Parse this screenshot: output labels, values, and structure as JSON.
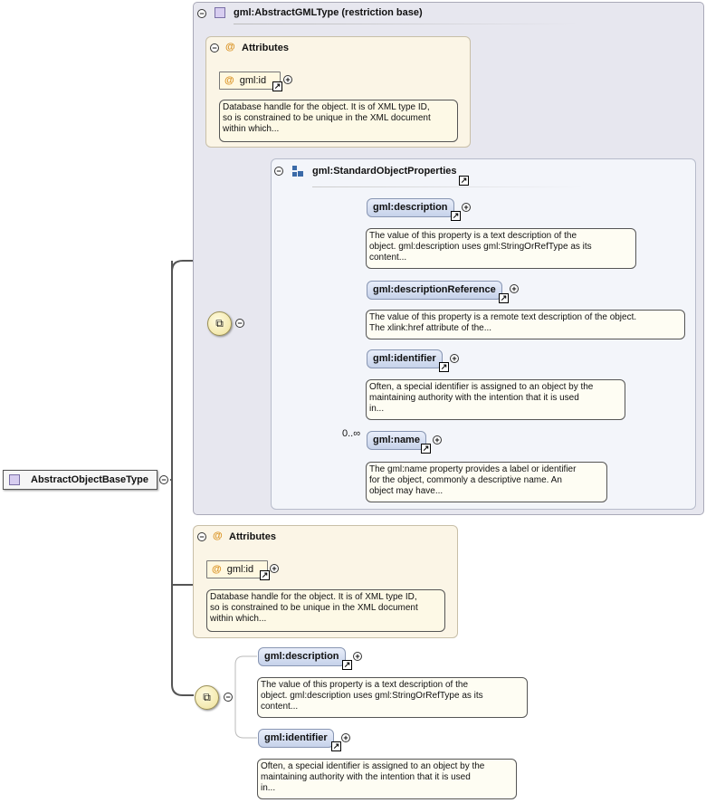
{
  "root": {
    "label": "AbstractObjectBaseType"
  },
  "restriction": {
    "title": "gml:AbstractGMLType (restriction base)"
  },
  "attributes_title": "Attributes",
  "attr_id": {
    "name": "gml:id",
    "doc": "Database handle for the object. It is of XML type ID,\nso is constrained to be unique in the XML document\nwithin which..."
  },
  "group": {
    "title": "gml:StandardObjectProperties"
  },
  "group_elements": [
    {
      "name": "gml:description",
      "doc": "The value of this property is a text description of the\nobject. gml:description uses gml:StringOrRefType as its\ncontent..."
    },
    {
      "name": "gml:descriptionReference",
      "doc": "The value of this property is a remote text description of the object.\nThe xlink:href attribute of the..."
    },
    {
      "name": "gml:identifier",
      "doc": "Often, a special identifier is assigned to an object by the\nmaintaining authority with the intention that it is used\nin..."
    },
    {
      "name": "gml:name",
      "cardinality": "0..∞",
      "doc": "The gml:name property provides a label or identifier\nfor the object, commonly a descriptive name. An\nobject may have..."
    }
  ],
  "bottom_elements": [
    {
      "name": "gml:description",
      "doc": "The value of this property is a text description of the\nobject. gml:description uses gml:StringOrRefType as its\ncontent..."
    },
    {
      "name": "gml:identifier",
      "doc": "Often, a special identifier is assigned to an object by the\nmaintaining authority with the intention that it is used\nin..."
    }
  ],
  "icons": {
    "minus": "−",
    "plus": "+",
    "link": "↗",
    "at": "@",
    "compositor": "⧉"
  },
  "colors": {
    "restriction_bg": "#e7e7ef",
    "attribute_bg": "#fbf5e6",
    "element_pill": "#c6d2ea",
    "at_symbol": "#d9901e"
  }
}
